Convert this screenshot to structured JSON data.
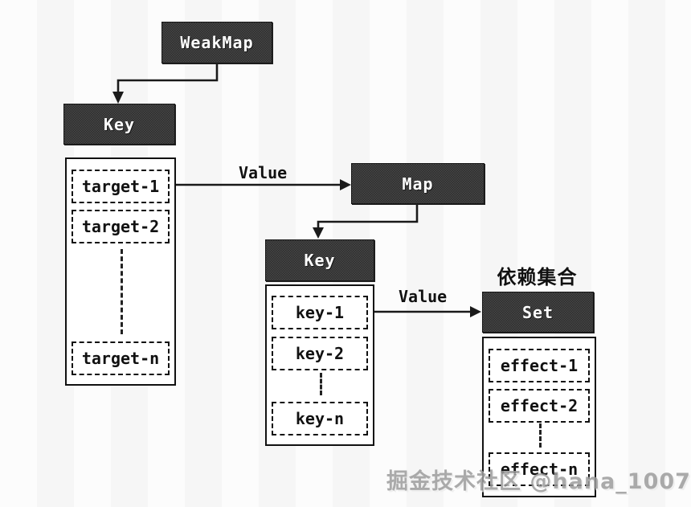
{
  "diagram": {
    "nodes": {
      "weakmap": "WeakMap",
      "key_outer": "Key",
      "map": "Map",
      "key_inner": "Key",
      "set": "Set"
    },
    "set_caption": "依赖集合",
    "edge_labels": {
      "weakmap_to_map": "Value",
      "key_to_set": "Value"
    },
    "lists": {
      "targets": [
        "target-1",
        "target-2",
        "target-n"
      ],
      "keys": [
        "key-1",
        "key-2",
        "key-n"
      ],
      "effects": [
        "effect-1",
        "effect-2",
        "effect-n"
      ]
    },
    "colors": {
      "node_fill": "#3a3a3a",
      "node_text": "#ffffff",
      "line": "#1a1a1a",
      "watermark": "#9c9c9c"
    }
  },
  "watermark": "掘金技术社区 @hana_1007"
}
